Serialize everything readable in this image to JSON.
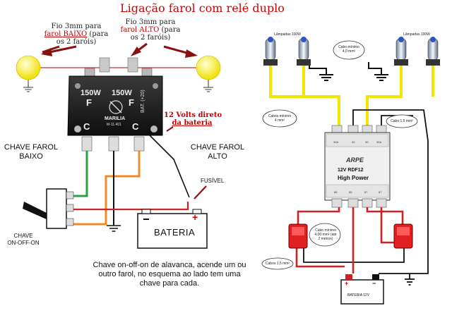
{
  "title": "Ligação farol com relé duplo",
  "left": {
    "note_low_prefix": "Fio 3mm para",
    "note_low_highlight": "farol BAIXO",
    "note_low_suffix": "(para",
    "note_low_line3": "os 2 faróis)",
    "note_high_prefix": "Fio 3mm para",
    "note_high_highlight": "farol ALTO",
    "note_high_suffix": "(para",
    "note_high_line3": "os 2 faróis)",
    "relay_left_watt": "150W",
    "relay_right_watt": "150W",
    "relay_f": "F",
    "relay_c": "C",
    "relay_brand": "MARILIA",
    "relay_model": "M-11.401",
    "relay_bat": "BAT. (+20)",
    "power_note_line1": "12 Volts direto",
    "power_note_line2": "da bateria",
    "switch_low_line1": "CHAVE FAROL",
    "switch_low_line2": "BAIXO",
    "switch_high_line1": "CHAVE FAROL",
    "switch_high_line2": "ALTO",
    "fuse": "FUSÍVEL",
    "battery": "BATERIA",
    "plus": "+",
    "toggle_line1": "CHAVE",
    "toggle_line2": "ON-OFF-ON",
    "caption": "Chave on-off-on de alavanca, acende um ou outro farol, no esquema ao lado tem uma chave para cada."
  },
  "right": {
    "lamp_left": "Lâmpadas 100W",
    "lamp_right": "Lâmpadas 100W",
    "cable_top_line1": "Cabo mínimo",
    "cable_top_line2": "4,0 mm²",
    "cable_left_line1": "Cabos mínimo",
    "cable_left_line2": "4 mm²",
    "cable_right": "Cabo 1,5 mm²",
    "relay_brand": "ARPE",
    "relay_line1": "12V  RDF12",
    "relay_line2": "High Power",
    "relay_pins": [
      "30A",
      "30A",
      "86",
      "85",
      "87",
      "87",
      "30",
      "30"
    ],
    "cable_mid_line1": "Cabo mínimo",
    "cable_mid_line2": "4,00 mm² (até",
    "cable_mid_line3": "2 metros)",
    "cable_bottom": "Cabos 1,5 mm²",
    "battery": "BATERIA 12V",
    "bat_plus": "+",
    "bat_minus": "−"
  },
  "colors": {
    "title": "#d40000",
    "lamp_left": "#f5e400",
    "wire_green": "#2ea043",
    "wire_orange": "#f08a24",
    "wire_red": "#d42020",
    "wire_yellow": "#f2e600",
    "wire_black": "#111111",
    "switch_red": "#e02020"
  }
}
